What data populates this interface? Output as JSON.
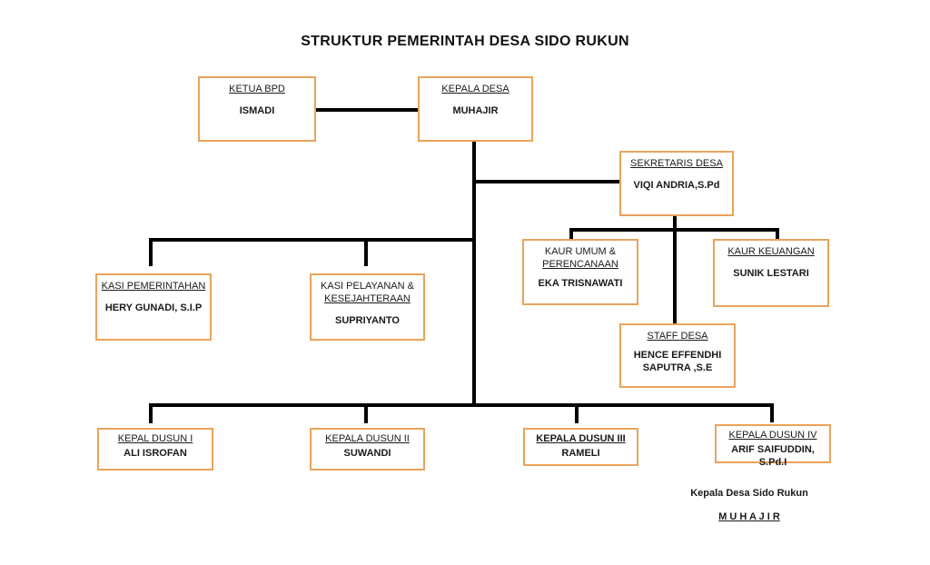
{
  "title": "STRUKTUR PEMERINTAH DESA SIDO RUKUN",
  "colors": {
    "box_border": "#E9A35B",
    "connector": "#000000",
    "text": "#1A1A1A"
  },
  "boxes": {
    "ketua_bpd": {
      "title": "KETUA BPD",
      "name": "ISMADI"
    },
    "kepala_desa": {
      "title": "KEPALA DESA",
      "name": "MUHAJIR"
    },
    "sekretaris_desa": {
      "title": "SEKRETARIS DESA",
      "name": "VIQI ANDRIA,S.Pd"
    },
    "kaur_umum": {
      "title_line1": "KAUR UMUM &",
      "title_line2": "PERENCANAAN",
      "name": "EKA TRISNAWATI"
    },
    "kaur_keuangan": {
      "title": "KAUR KEUANGAN",
      "name": "SUNIK LESTARI"
    },
    "kasi_pemerintahan": {
      "title": "KASI PEMERINTAHAN",
      "name": "HERY GUNADI, S.I.P"
    },
    "kasi_pelayanan": {
      "title_line1": "KASI PELAYANAN &",
      "title_line2": "KESEJAHTERAAN",
      "name": "SUPRIYANTO"
    },
    "staff_desa": {
      "title": "STAFF DESA",
      "name_line1": "HENCE EFFENDHI",
      "name_line2": "SAPUTRA ,S.E"
    },
    "kepala_dusun_1": {
      "title": "KEPAL DUSUN I",
      "name": "ALI ISROFAN"
    },
    "kepala_dusun_2": {
      "title": "KEPALA DUSUN II",
      "name": "SUWANDI"
    },
    "kepala_dusun_3": {
      "title": "KEPALA DUSUN III",
      "name": "RAMELI"
    },
    "kepala_dusun_4": {
      "title": "KEPALA DUSUN IV",
      "name": "ARIF SAIFUDDIN, S.Pd.I"
    }
  },
  "signature": {
    "role": "Kepala Desa Sido Rukun",
    "name": "M U H A J I R"
  }
}
